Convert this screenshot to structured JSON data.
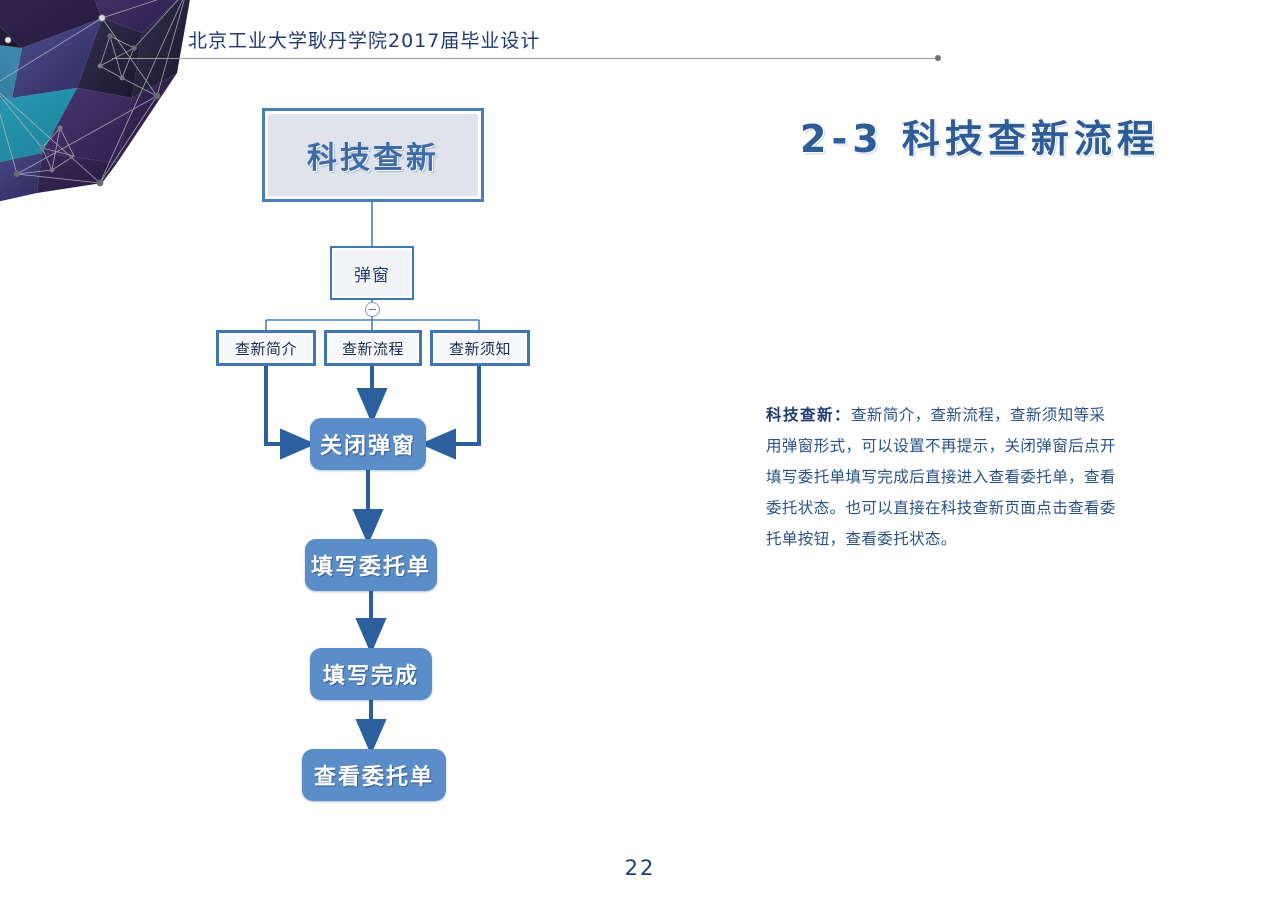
{
  "header": {
    "title": "北京工业大学耿丹学院2017届毕业设计"
  },
  "slide": {
    "title": "2-3  科技查新流程",
    "page_number": "22"
  },
  "description": {
    "lead": "科技查新：",
    "body": "查新简介，查新流程，查新须知等采用弹窗形式，可以设置不再提示，关闭弹窗后点开填写委托单填写完成后直接进入查看委托单，查看委托状态。也可以直接在科技查新页面点击查看委托单按钮，查看委托状态。"
  },
  "flow": {
    "nodes": [
      {
        "id": "root",
        "label": "科技查新",
        "style": "outlined-header"
      },
      {
        "id": "popup",
        "label": "弹窗",
        "style": "outlined-small"
      },
      {
        "id": "intro",
        "label": "查新简介",
        "style": "outlined-tab"
      },
      {
        "id": "proc",
        "label": "查新流程",
        "style": "outlined-tab"
      },
      {
        "id": "notice",
        "label": "查新须知",
        "style": "outlined-tab"
      },
      {
        "id": "close",
        "label": "关闭弹窗",
        "style": "filled-blue"
      },
      {
        "id": "fill",
        "label": "填写委托单",
        "style": "filled-blue"
      },
      {
        "id": "done",
        "label": "填写完成",
        "style": "filled-blue"
      },
      {
        "id": "view",
        "label": "查看委托单",
        "style": "filled-blue"
      }
    ],
    "collapse_marker": "minus-icon"
  },
  "colors": {
    "accent_blue": "#3f76b5",
    "node_fill_blue": "#5b8ec9",
    "node_fill_light": "#dfe3ec",
    "text_navy": "#1f3b73",
    "title_blue": "#2e5c96",
    "rule_grey": "#9a9a9a"
  }
}
